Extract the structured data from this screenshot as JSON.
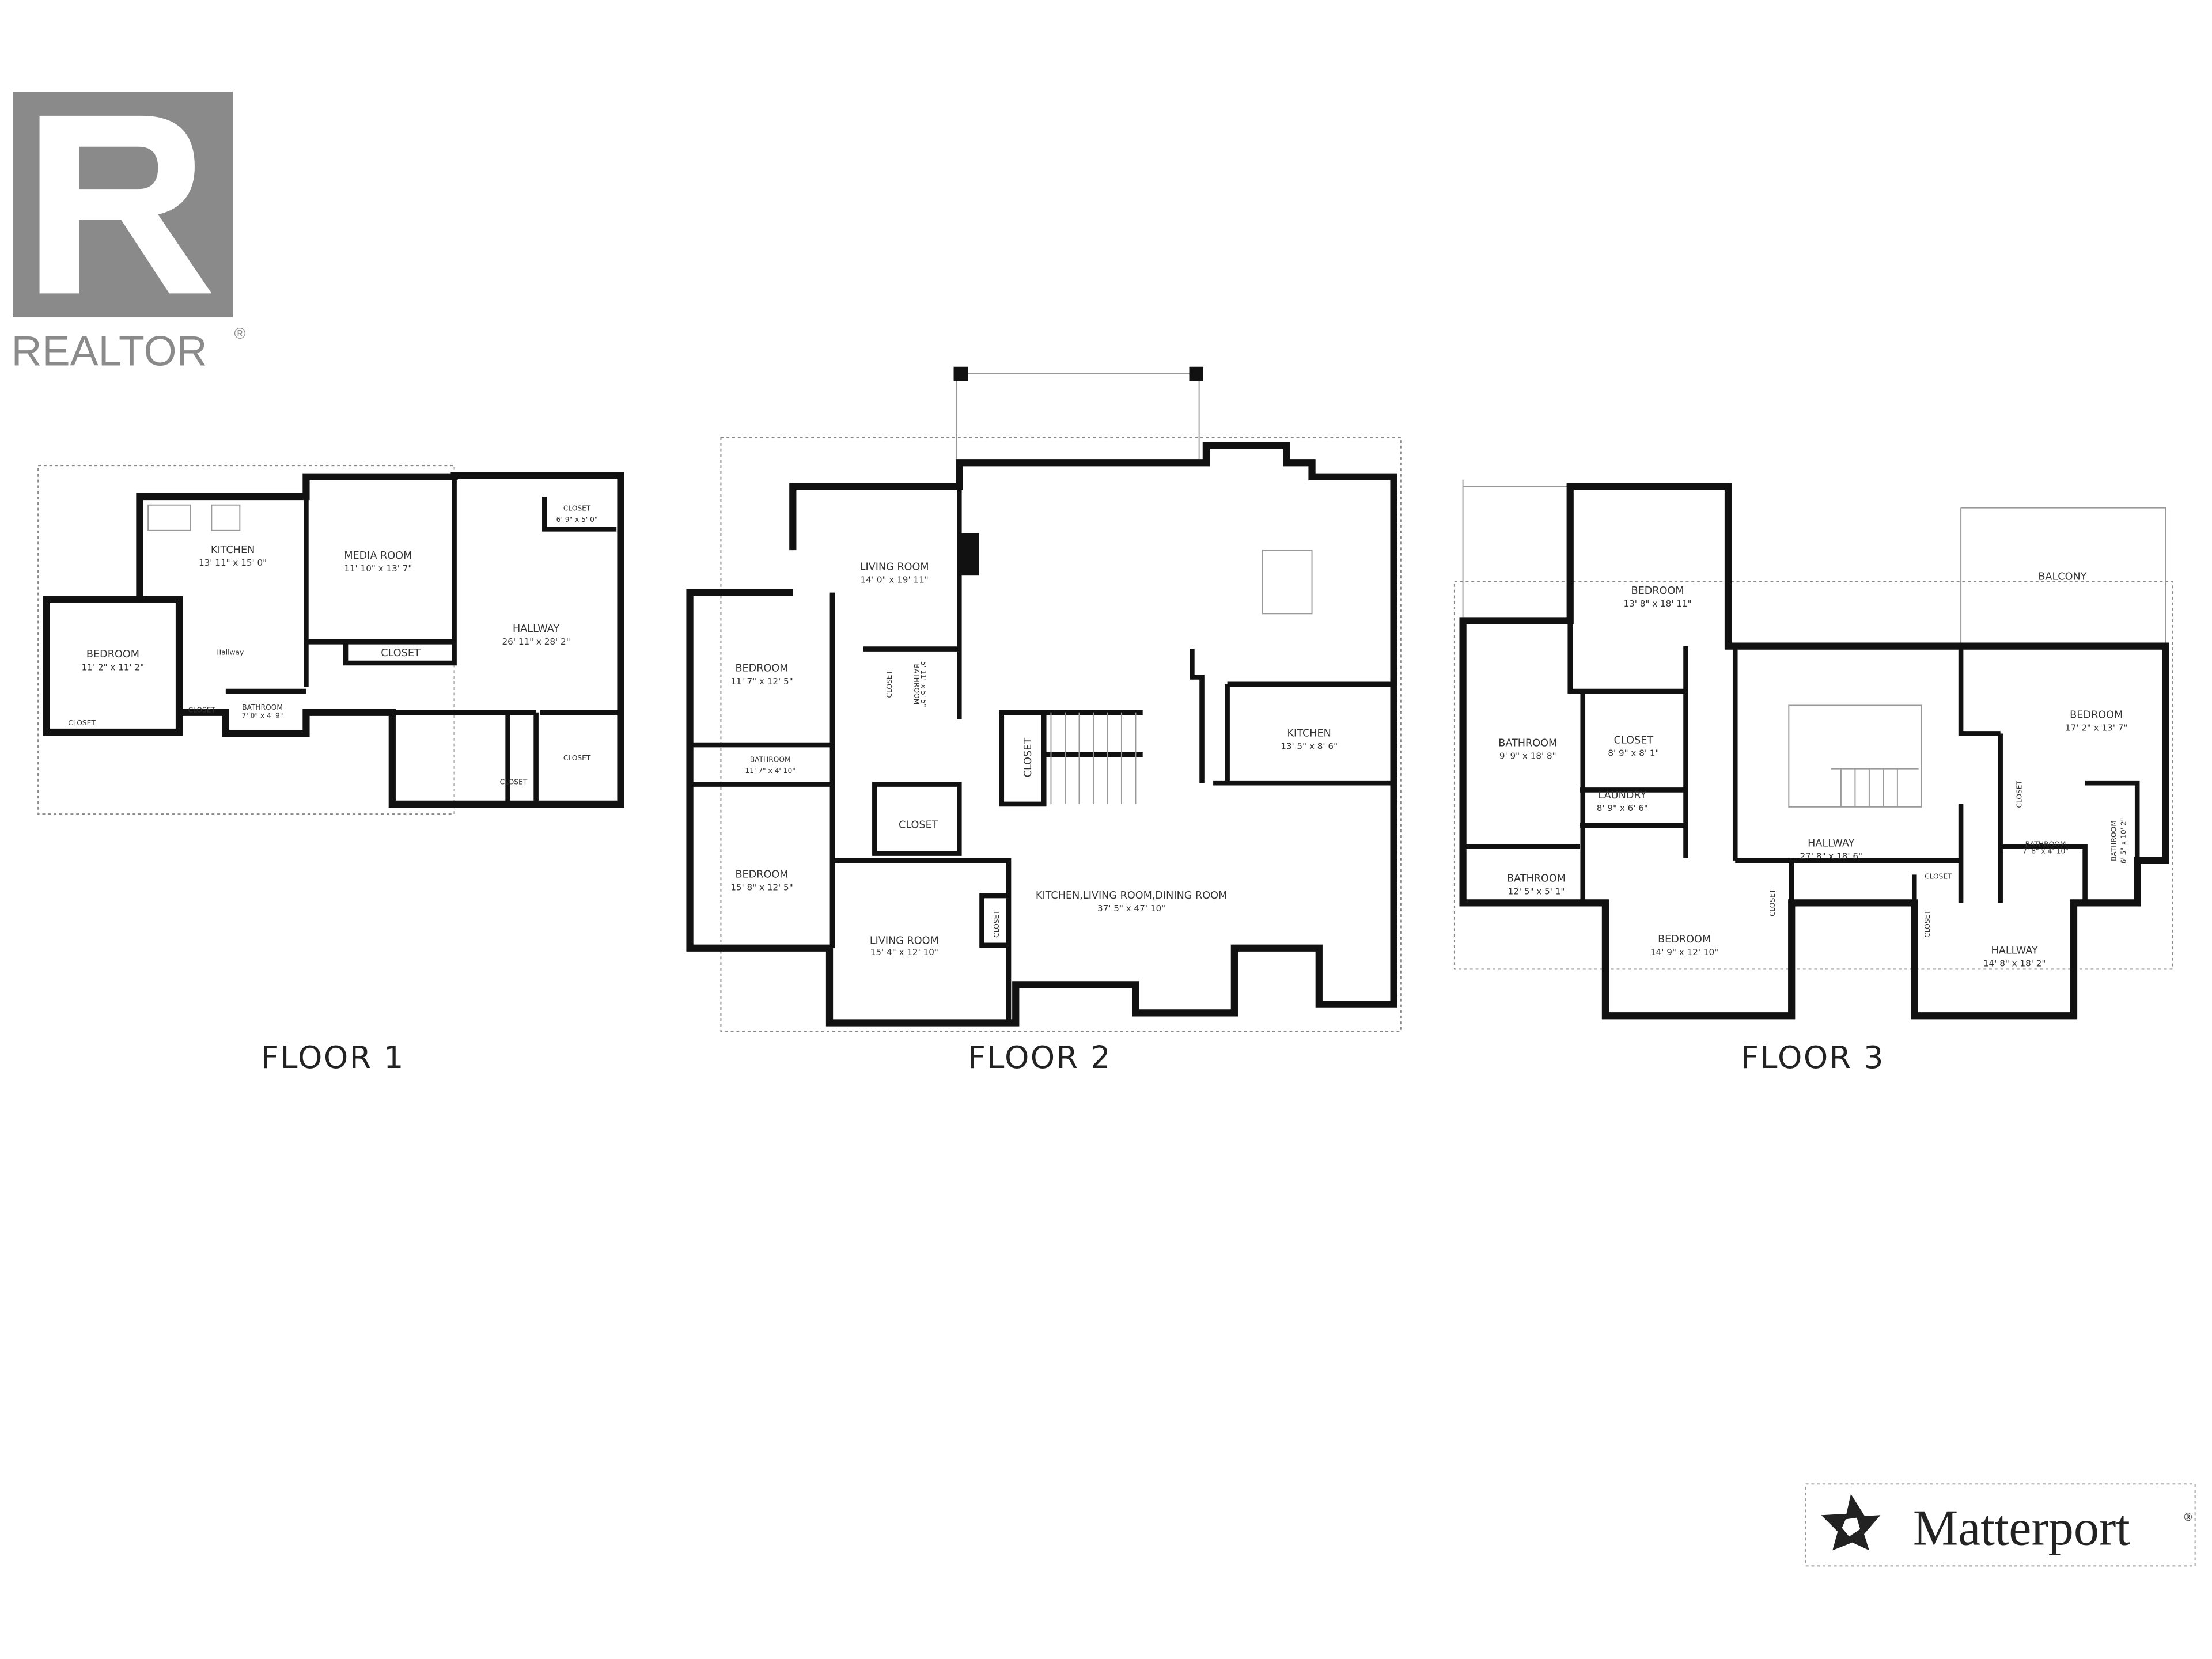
{
  "logos": {
    "realtor": {
      "text": "REALTOR",
      "mark": "®",
      "color": "#8a8a8a"
    },
    "matterport": {
      "text": "Matterport",
      "mark": "®"
    }
  },
  "floor1": {
    "title": "FLOOR 1",
    "rooms": [
      {
        "name": "KITCHEN",
        "dim": "13' 11\" x 15' 0\""
      },
      {
        "name": "MEDIA ROOM",
        "dim": "11' 10\" x 13' 7\""
      },
      {
        "name": "CLOSET",
        "dim": "6' 9\" x 5' 0\""
      },
      {
        "name": "HALLWAY",
        "dim": "26' 11\" x 28' 2\""
      },
      {
        "name": "BEDROOM",
        "dim": "11' 2\" x 11' 2\""
      },
      {
        "name": "Hallway"
      },
      {
        "name": "CLOSET"
      },
      {
        "name": "CLOSET"
      },
      {
        "name": "CLOSET"
      },
      {
        "name": "CLOSET"
      },
      {
        "name": "CLOSET"
      },
      {
        "name": "BATHROOM",
        "dim": "7' 0\" x 4' 9\""
      }
    ]
  },
  "floor2": {
    "title": "FLOOR 2",
    "rooms": [
      {
        "name": "LIVING ROOM",
        "dim": "14' 0\" x 19' 11\""
      },
      {
        "name": "BEDROOM",
        "dim": "11' 7\" x 12' 5\""
      },
      {
        "name": "BATHROOM",
        "dim": "11' 7\" x 4' 10\""
      },
      {
        "name": "BEDROOM",
        "dim": "15' 8\" x 12' 5\""
      },
      {
        "name": "CLOSET"
      },
      {
        "name": "LIVING ROOM",
        "dim": "15' 4\" x 12' 10\""
      },
      {
        "name": "KITCHEN",
        "dim": "13' 5\" x 8' 6\""
      },
      {
        "name": "KITCHEN,LIVING ROOM,DINING ROOM",
        "dim": "37' 5\" x 47' 10\""
      },
      {
        "name": "CLOSET"
      },
      {
        "name": "CLOSET"
      },
      {
        "name": "CLOSET"
      },
      {
        "name": "BATHROOM",
        "dim": "5' 11\" x 5' 5\""
      }
    ]
  },
  "floor3": {
    "title": "FLOOR 3",
    "rooms": [
      {
        "name": "BEDROOM",
        "dim": "13' 8\" x 18' 11\""
      },
      {
        "name": "BATHROOM",
        "dim": "9' 9\" x 18' 8\""
      },
      {
        "name": "CLOSET",
        "dim": "8' 9\" x 8' 1\""
      },
      {
        "name": "LAUNDRY",
        "dim": "8' 9\" x 6' 6\""
      },
      {
        "name": "BATHROOM",
        "dim": "12' 5\" x 5' 1\""
      },
      {
        "name": "BEDROOM",
        "dim": "14' 9\" x 12' 10\""
      },
      {
        "name": "HALLWAY",
        "dim": "27' 8\" x 18' 6\""
      },
      {
        "name": "BEDROOM",
        "dim": "17' 2\" x 13' 7\""
      },
      {
        "name": "HALLWAY",
        "dim": "14' 8\" x 18' 2\""
      },
      {
        "name": "BALCONY"
      },
      {
        "name": "CLOSET"
      },
      {
        "name": "CLOSET"
      },
      {
        "name": "CLOSET"
      },
      {
        "name": "CLOSET"
      },
      {
        "name": "BATHROOM",
        "dim": "6' 5\" x 10' 2\""
      },
      {
        "name": "BATHROOM",
        "dim": "7' 8\" x 4' 10\""
      }
    ]
  }
}
